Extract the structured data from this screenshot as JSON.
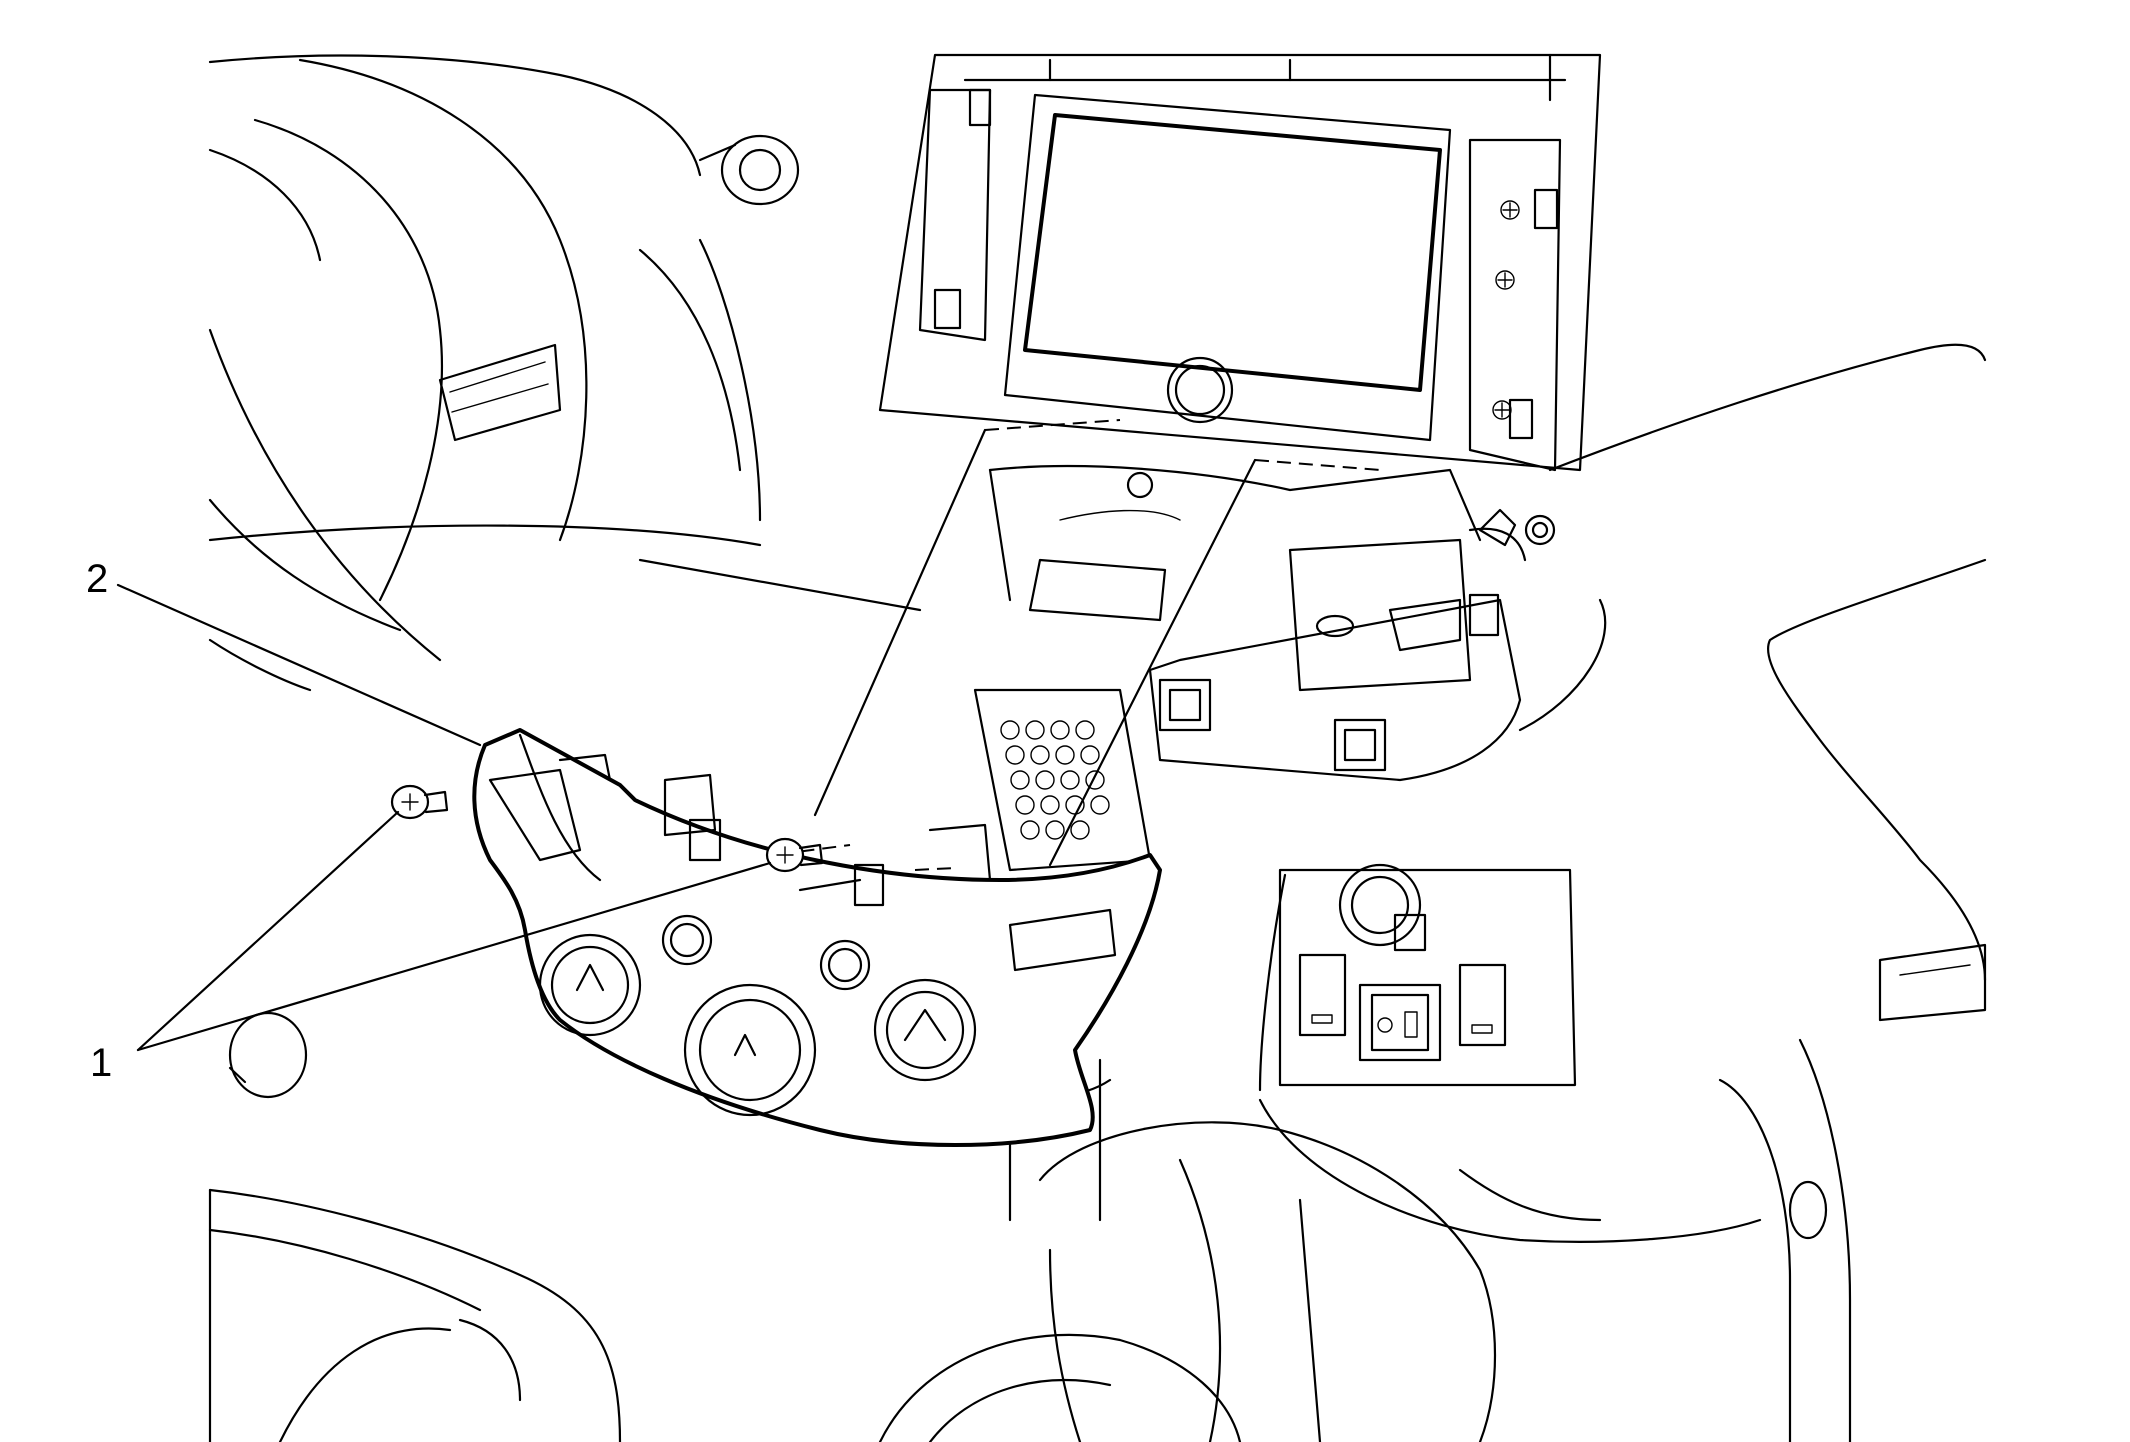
{
  "callouts": [
    {
      "id": "callout-1",
      "label": "1"
    },
    {
      "id": "callout-2",
      "label": "2"
    }
  ],
  "colors": {
    "line": "#000000",
    "background": "#ffffff"
  },
  "icons": [
    "screw-icon",
    "hvac-control-panel",
    "radio-display",
    "knob-icon",
    "power-outlet-icon"
  ]
}
